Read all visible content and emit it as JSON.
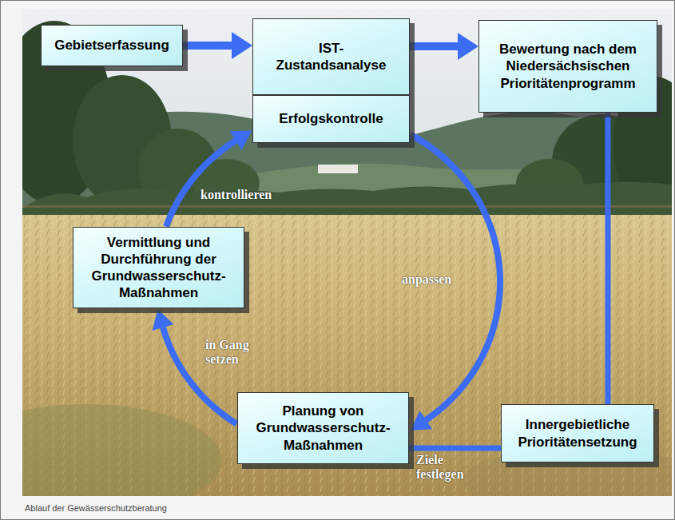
{
  "diagram": {
    "caption": "Ablauf der Gewässerschutzberatung",
    "nodes": [
      {
        "text": [
          "Gebietserfassung"
        ]
      },
      {
        "text": [
          "IST- Zustandsanalyse"
        ]
      },
      {
        "text": [
          "Bewertung nach dem Niedersächsischen Prioritätenprogramm"
        ]
      },
      {
        "text": [
          "Erfolgskontrolle"
        ]
      },
      {
        "text": [
          "Vermittlung und Durchführung der Grundwasserschutz- Maßnahmen"
        ]
      },
      {
        "text": [
          "Planung von Grundwasserschutz- Maßnahmen"
        ]
      },
      {
        "text": [
          "Innergebietliche Prioritätensetzung"
        ]
      }
    ],
    "edges": [
      {
        "from": 0,
        "to": 1,
        "arrow": "to"
      },
      {
        "from": 1,
        "to": 2,
        "arrow": "to"
      },
      {
        "from": 2,
        "to": 6,
        "arrow": "none"
      },
      {
        "from": 6,
        "to": 5,
        "arrow": "none",
        "label": "Ziele festlegen"
      },
      {
        "from": 3,
        "to": 5,
        "arrow": "to",
        "label": "anpassen"
      },
      {
        "from": 5,
        "to": 4,
        "arrow": "to",
        "label": "in Gang setzen"
      },
      {
        "from": 4,
        "to": 3,
        "arrow": "to",
        "label": "kontrollieren"
      }
    ]
  }
}
